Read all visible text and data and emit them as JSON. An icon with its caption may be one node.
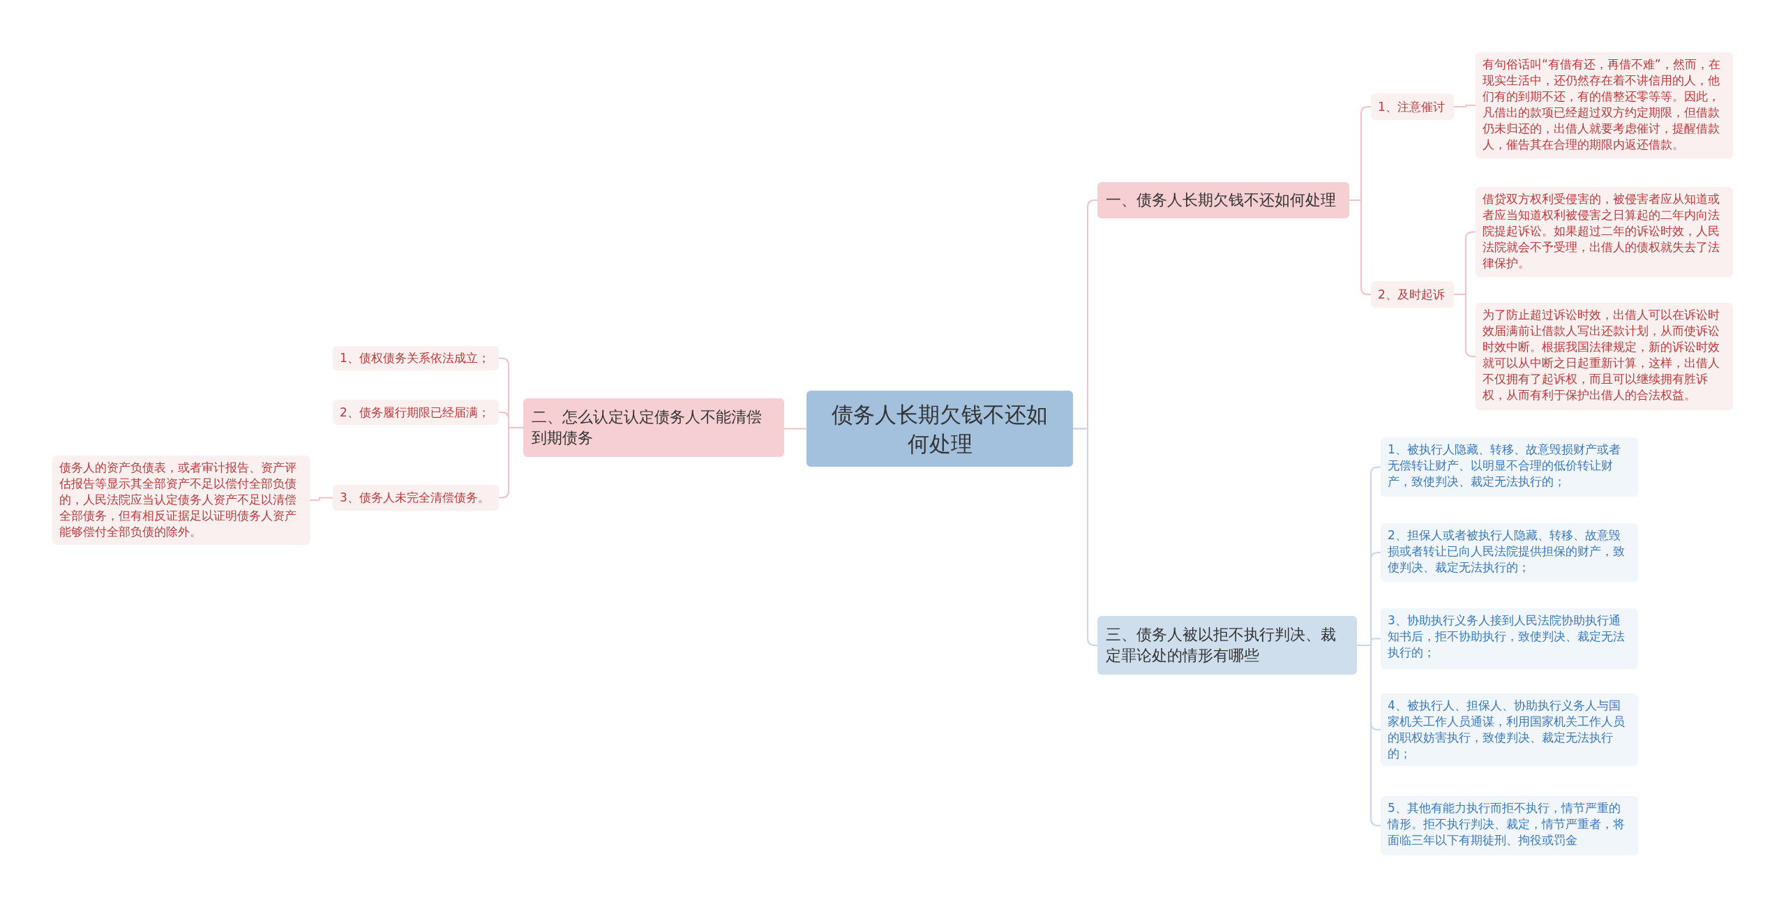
{
  "diagram": {
    "nodes": [
      {
        "text": [
          "债务人长期欠钱不还如何处理"
        ]
      },
      {
        "text": [
          "一、债务人长期欠钱不还如何处理"
        ]
      },
      {
        "text": [
          "1、注意催讨"
        ]
      },
      {
        "text": [
          "有句俗话叫“有借有还，再借不难”，然而，在现实生活中，还仍然存在着不讲信用的人，他们有的到期不还，有的借整还零等等。因此，凡借出的款项已经超过双方约定期限，但借款仍未归还的，出借人就要考虑催讨，提醒借款人，催告其在合理的期限内返还借款。"
        ]
      },
      {
        "text": [
          "2、及时起诉"
        ]
      },
      {
        "text": [
          "借贷双方权利受侵害的，被侵害者应从知道或者应当知道权利被侵害之日算起的二年内向法院提起诉讼。如果超过二年的诉讼时效，人民法院就会不予受理，出借人的债权就失去了法律保护。"
        ]
      },
      {
        "text": [
          "为了防止超过诉讼时效，出借人可以在诉讼时效届满前让借款人写出还款计划，从而使诉讼时效中断。根据我国法律规定，新的诉讼时效就可以从中断之日起重新计算，这样，出借人不仅拥有了起诉权，而且可以继续拥有胜诉权，从而有利于保护出借人的合法权益。"
        ]
      },
      {
        "text": [
          "二、怎么认定认定债务人不能清偿到期债务"
        ]
      },
      {
        "text": [
          "1、债权债务关系依法成立；"
        ]
      },
      {
        "text": [
          "2、债务履行期限已经届满；"
        ]
      },
      {
        "text": [
          "3、债务人未完全清偿债务。"
        ]
      },
      {
        "text": [
          "债务人的资产负债表，或者审计报告、资产评估报告等显示其全部资产不足以偿付全部负债的，人民法院应当认定债务人资产不足以清偿全部债务，但有相反证据足以证明债务人资产能够偿付全部负债的除外。"
        ]
      },
      {
        "text": [
          "三、债务人被以拒不执行判决、裁定罪论处的情形有哪些"
        ]
      },
      {
        "text": [
          "1、被执行人隐藏、转移、故意毁损财产或者无偿转让财产、以明显不合理的低价转让财产，致使判决、裁定无法执行的；"
        ]
      },
      {
        "text": [
          "2、担保人或者被执行人隐藏、转移、故意毁损或者转让已向人民法院提供担保的财产，致使判决、裁定无法执行的；"
        ]
      },
      {
        "text": [
          "3、协助执行义务人接到人民法院协助执行通知书后，拒不协助执行，致使判决、裁定无法执行的；"
        ]
      },
      {
        "text": [
          "4、被执行人、担保人、协助执行义务人与国家机关工作人员通谋，利用国家机关工作人员的职权妨害执行，致使判决、裁定无法执行的；"
        ]
      },
      {
        "text": [
          "5、其他有能力执行而拒不执行，情节严重的情形。拒不执行判决、裁定，情节严重者，将面临三年以下有期徒刑、拘役或罚金"
        ]
      }
    ],
    "edges": [
      {
        "from": 0,
        "to": 1,
        "arrow": "none"
      },
      {
        "from": 1,
        "to": 2,
        "arrow": "none"
      },
      {
        "from": 2,
        "to": 3,
        "arrow": "none"
      },
      {
        "from": 1,
        "to": 4,
        "arrow": "none"
      },
      {
        "from": 4,
        "to": 5,
        "arrow": "none"
      },
      {
        "from": 4,
        "to": 6,
        "arrow": "none"
      },
      {
        "from": 0,
        "to": 7,
        "arrow": "none"
      },
      {
        "from": 7,
        "to": 8,
        "arrow": "none"
      },
      {
        "from": 7,
        "to": 9,
        "arrow": "none"
      },
      {
        "from": 7,
        "to": 10,
        "arrow": "none"
      },
      {
        "from": 10,
        "to": 11,
        "arrow": "none"
      },
      {
        "from": 0,
        "to": 12,
        "arrow": "none",
        "color": "#c6d7ea"
      },
      {
        "from": 12,
        "to": 13,
        "arrow": "none",
        "color": "#c6d7ea"
      },
      {
        "from": 12,
        "to": 14,
        "arrow": "none",
        "color": "#c6d7ea"
      },
      {
        "from": 12,
        "to": 15,
        "arrow": "none",
        "color": "#c6d7ea"
      },
      {
        "from": 12,
        "to": 16,
        "arrow": "none",
        "color": "#c6d7ea"
      },
      {
        "from": 12,
        "to": 17,
        "arrow": "none",
        "color": "#c6d7ea"
      }
    ]
  }
}
